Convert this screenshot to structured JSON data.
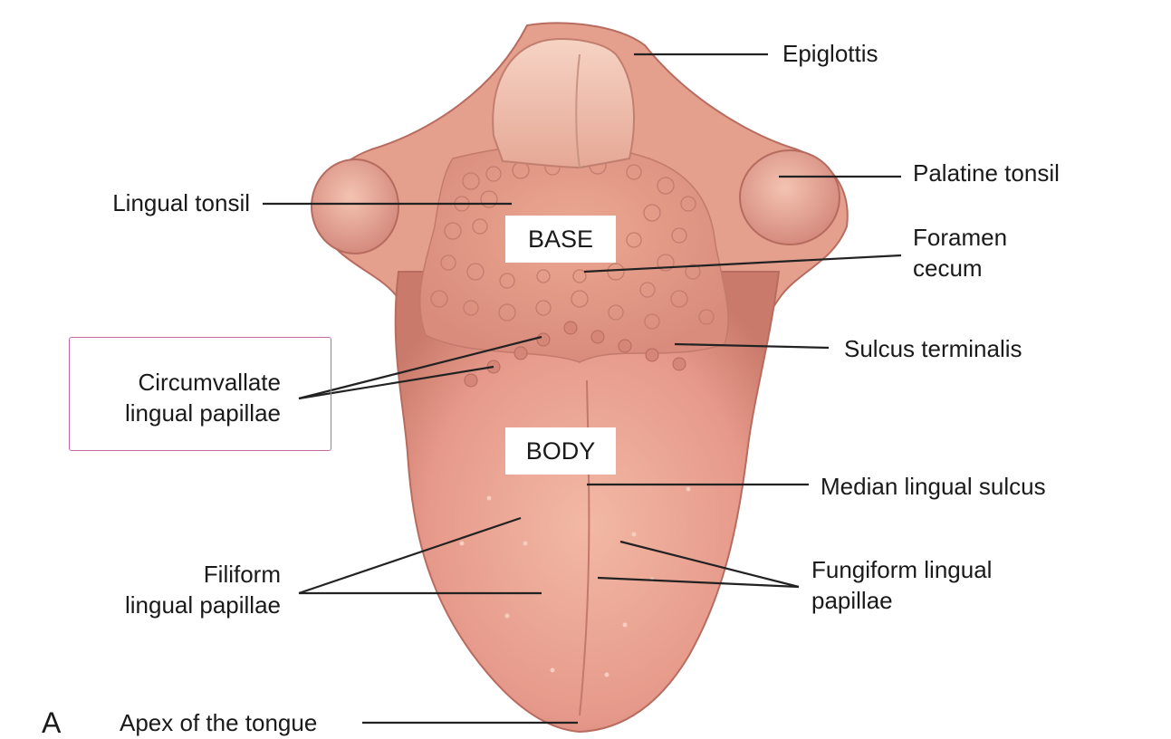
{
  "panel_letter": "A",
  "regions": {
    "base": "BASE",
    "body": "BODY"
  },
  "labels": {
    "epiglottis": "Epiglottis",
    "palatine_tonsil": "Palatine tonsil",
    "lingual_tonsil": "Lingual tonsil",
    "foramen_cecum": [
      "Foramen",
      "cecum"
    ],
    "sulcus_terminalis": "Sulcus terminalis",
    "circumvallate": [
      "Circumvallate",
      "lingual papillae"
    ],
    "median_lingual_sulcus": "Median lingual sulcus",
    "filiform": [
      "Filiform",
      "lingual papillae"
    ],
    "fungiform": [
      "Fungiform lingual",
      "papillae"
    ],
    "apex": "Apex of the tongue"
  },
  "colors": {
    "tissue": "#e7a08c",
    "tissue_dark": "#c9776a",
    "tissue_light": "#f3c4b2",
    "leader": "#222222",
    "callout_border": "#c46aa3"
  }
}
